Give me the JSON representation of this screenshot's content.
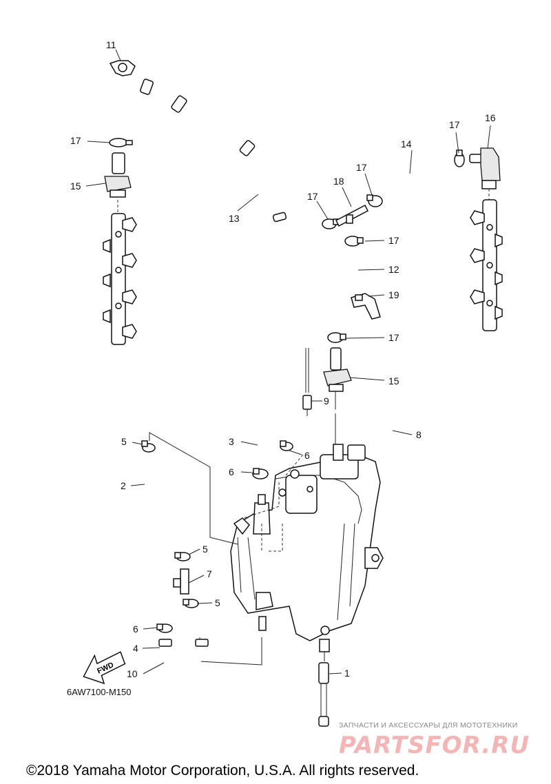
{
  "callouts": {
    "c1": "1",
    "c2": "2",
    "c3": "3",
    "c4": "4",
    "c5a": "5",
    "c5b": "5",
    "c5c": "5",
    "c6a": "6",
    "c6b": "6",
    "c6c": "6",
    "c7": "7",
    "c8": "8",
    "c9": "9",
    "c10": "10",
    "c11": "11",
    "c12": "12",
    "c13": "13",
    "c14": "14",
    "c15a": "15",
    "c15b": "15",
    "c16": "16",
    "c17a": "17",
    "c17b": "17",
    "c17c": "17",
    "c17d": "17",
    "c17e": "17",
    "c17f": "17",
    "c18": "18",
    "c19": "19"
  },
  "fwd_label": "FWD",
  "diagram_code": "6AW7100-M150",
  "watermark": {
    "tagline": "ЗАПЧАСТИ И АКСЕССУАРЫ ДЛЯ МОТОТЕХНИКИ",
    "logo_text": "PARTSFOR.RU"
  },
  "copyright": "©2018 Yamaha Motor Corporation, U.S.A. All rights reserved."
}
